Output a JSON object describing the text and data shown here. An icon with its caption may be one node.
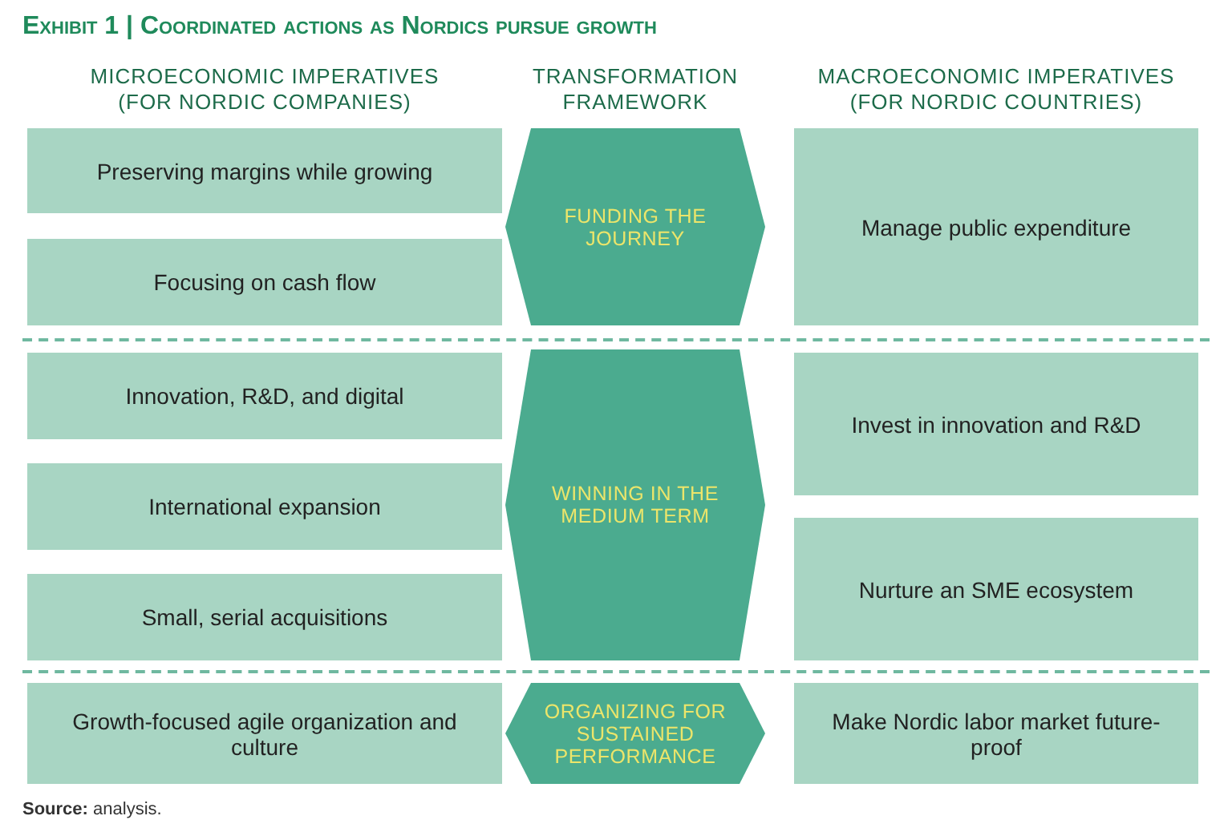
{
  "diagram": {
    "title": "Exhibit 1 | Coordinated actions as Nordics pursue growth",
    "nodes": [
      {
        "text": [
          "Preserving margins while growing"
        ]
      },
      {
        "text": [
          "Focusing on cash flow"
        ]
      },
      {
        "text": [
          "Innovation, R&D, and digital"
        ]
      },
      {
        "text": [
          "International expansion"
        ]
      },
      {
        "text": [
          "Small, serial acquisitions"
        ]
      },
      {
        "text": [
          "Growth-focused agile organization and culture"
        ]
      },
      {
        "text": [
          "FUNDING THE JOURNEY"
        ]
      },
      {
        "text": [
          "WINNING IN THE MEDIUM TERM"
        ]
      },
      {
        "text": [
          "ORGANIZING FOR SUSTAINED PERFORMANCE"
        ]
      },
      {
        "text": [
          "Manage public expenditure"
        ]
      },
      {
        "text": [
          "Invest in innovation and R&D"
        ]
      },
      {
        "text": [
          "Nurture an SME ecosystem"
        ]
      },
      {
        "text": [
          "Make Nordic labor market future-proof"
        ]
      }
    ],
    "labels": [
      "MICROECONOMIC IMPERATIVES (FOR NORDIC COMPANIES)",
      "TRANSFORMATION FRAMEWORK",
      "MACROECONOMIC IMPERATIVES (FOR NORDIC COUNTRIES)",
      "**Source:** analysis."
    ]
  }
}
